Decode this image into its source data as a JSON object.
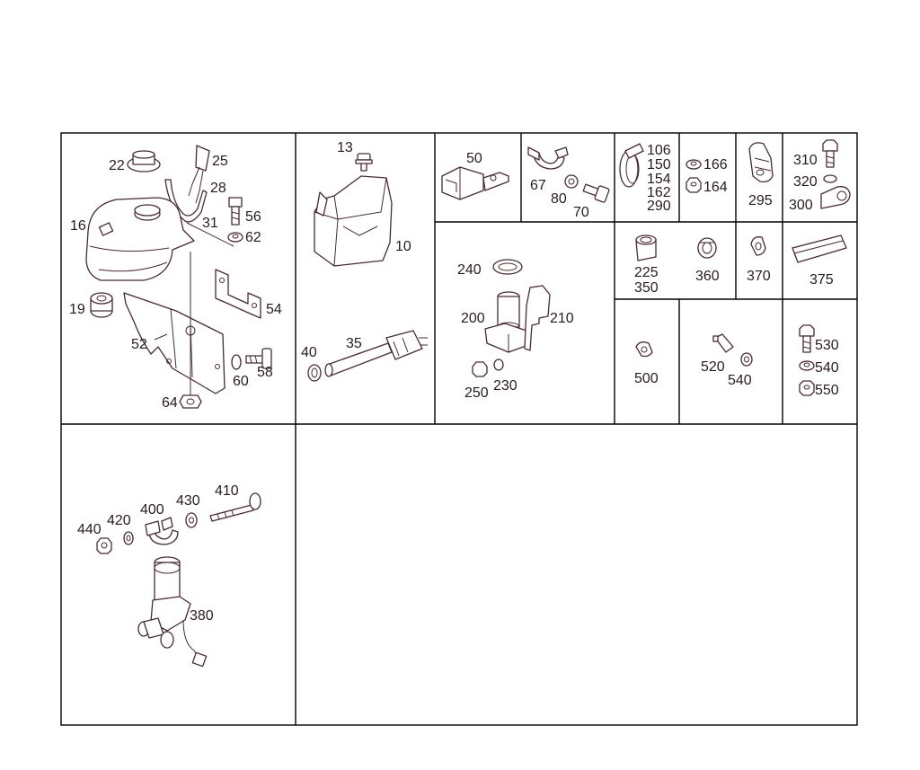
{
  "labels": {
    "p22": "22",
    "p25": "25",
    "p28": "28",
    "p16": "16",
    "p31": "31",
    "p56": "56",
    "p62": "62",
    "p19": "19",
    "p54": "54",
    "p52": "52",
    "p60": "60",
    "p58": "58",
    "p64": "64",
    "p13": "13",
    "p10": "10",
    "p35": "35",
    "p40": "40",
    "p50": "50",
    "p67": "67",
    "p80": "80",
    "p70": "70",
    "p106": "106",
    "p150": "150",
    "p154": "154",
    "p162": "162",
    "p290": "290",
    "p166": "166",
    "p164": "164",
    "p295": "295",
    "p310": "310",
    "p320": "320",
    "p300": "300",
    "p240": "240",
    "p200": "200",
    "p210": "210",
    "p250": "250",
    "p230": "230",
    "p225": "225",
    "p350": "350",
    "p360": "360",
    "p370": "370",
    "p375": "375",
    "p500": "500",
    "p520": "520",
    "p540a": "540",
    "p530": "530",
    "p540b": "540",
    "p550": "550",
    "p410": "410",
    "p430": "430",
    "p400": "400",
    "p420": "420",
    "p440": "440",
    "p380": "380"
  },
  "colors": {
    "line": "#4a2a30",
    "text": "#2a1a1f",
    "grid": "#000000"
  }
}
